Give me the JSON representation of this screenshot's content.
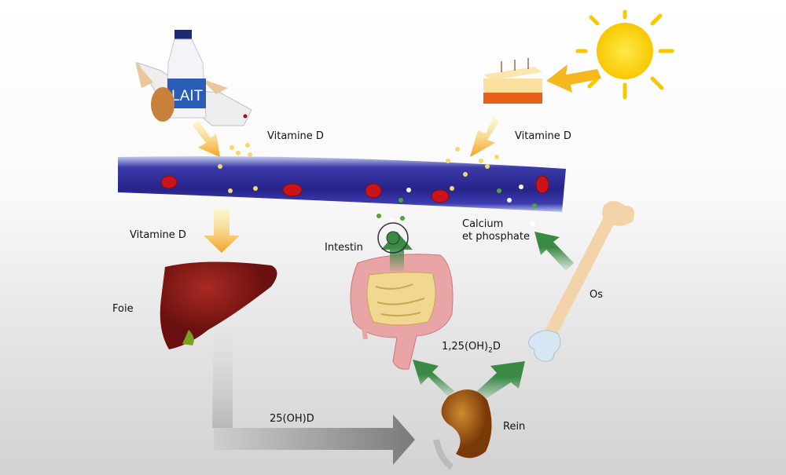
{
  "labels": {
    "vitamin_d_food": "Vitamine D",
    "vitamin_d_skin": "Vitamine D",
    "vitamin_d_liver": "Vitamine D",
    "intestine": "Intestin",
    "calcium_line1": "Calcium",
    "calcium_line2": "et phosphate",
    "liver": "Foie",
    "bone": "Os",
    "calcitriol_prefix": "1,25(OH)",
    "calcitriol_sub": "2",
    "calcitriol_suffix": "D",
    "calcidiol": "25(OH)D",
    "kidney": "Rein"
  },
  "bottle_text": "LAIT",
  "colors": {
    "vessel": "#2c2a96",
    "arrow_yellow": "#f5a623",
    "arrow_green": "#3a8a45",
    "arrow_gray": "#8a8a8a",
    "sun": "#fbd20e",
    "liver": "#8b1a1a",
    "kidney": "#b0601a",
    "bone": "#f3d3aa"
  }
}
